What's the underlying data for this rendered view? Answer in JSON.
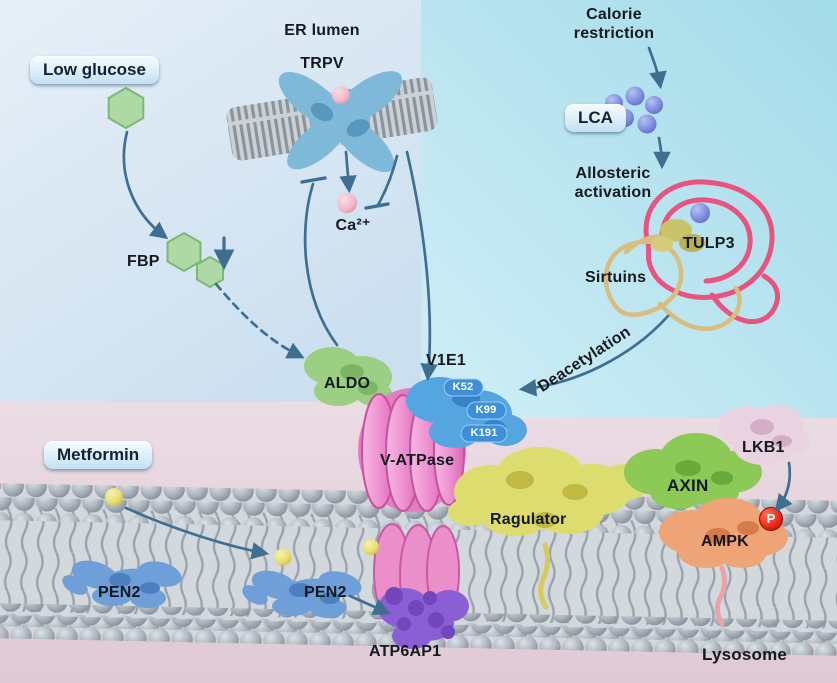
{
  "pills": {
    "low_glucose": "Low glucose",
    "metformin": "Metformin",
    "lca": "LCA"
  },
  "labels": {
    "er_lumen": "ER lumen",
    "trpv": "TRPV",
    "calorie_restriction": {
      "line1": "Calorie",
      "line2": "restriction"
    },
    "allosteric_activation": {
      "line1": "Allosteric",
      "line2": "activation"
    },
    "tulp3": "TULP3",
    "sirtuins": "Sirtuins",
    "deacetylation": "Deacetylation",
    "fbp": "FBP",
    "calcium": "Ca²⁺",
    "aldo": "ALDO",
    "v1e1": "V1E1",
    "k52": "K52",
    "k99": "K99",
    "k191": "K191",
    "v_atpase": "V-ATPase",
    "ragulator": "Ragulator",
    "axin": "AXIN",
    "ampk": "AMPK",
    "phospho": "P",
    "lkb1": "LKB1",
    "pen2_left": "PEN2",
    "pen2_right": "PEN2",
    "atp6ap1": "ATP6AP1",
    "lysosome": "Lysosome"
  },
  "colors": {
    "arrow": "#3e6f91",
    "label_dark": "#14191f",
    "bg_top_left": "#d8e6f2",
    "bg_top_right": "#b7e3ef",
    "bg_bottom": "#e7d5dd",
    "hexose_green": "#aed8a4",
    "aldo_green": "#9bcf83",
    "trpv_blue": "#7fb9da",
    "calcium_pink": "#f2b9c9",
    "lca_blue": "#7d8ce0",
    "ribbon_pink": "#e8537f",
    "ribbon_tan": "#d9bd7e",
    "v1e1_blue": "#55a5e0",
    "lysine_badge_blue": "#3e8ed8",
    "v_atpase_pink": "#f09ad2",
    "atp6ap1_purple": "#8a5fd4",
    "pen2_blue": "#6f9fd8",
    "metformin_yellow": "#e8dc6e",
    "ragulator_yellow": "#dddc6e",
    "axin_green": "#8cc957",
    "ampk_orange": "#efa477",
    "lkb1_pink": "#e9d3e0",
    "phospho_red": "#e02010",
    "membrane_gray": "#9aa3ad"
  }
}
